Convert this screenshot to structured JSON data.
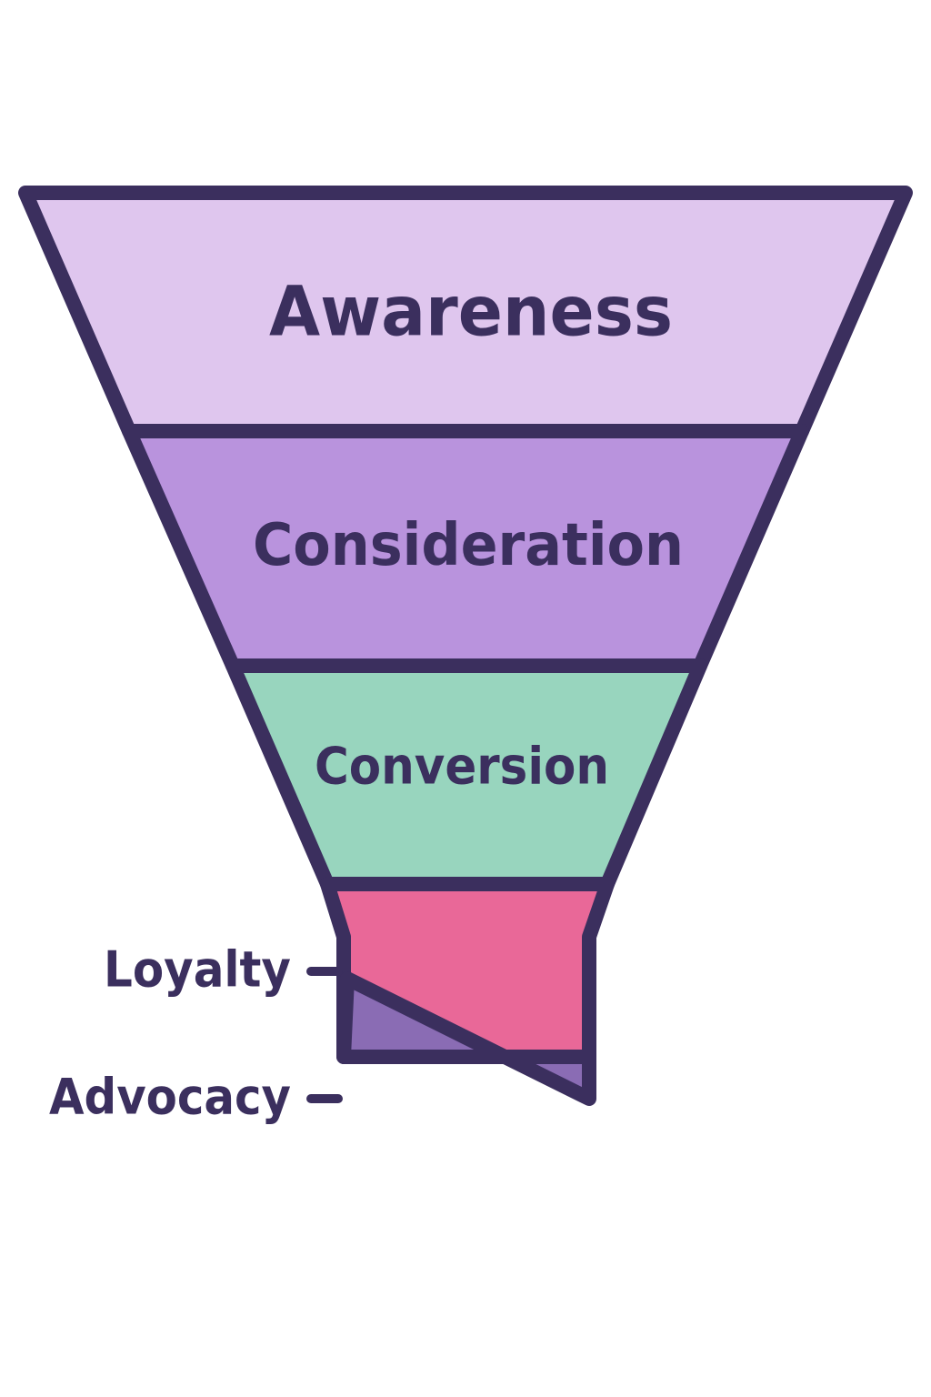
{
  "funnel": {
    "outline_color": "#3b2f5e",
    "text_color": "#3b2f5e",
    "background": "#ffffff",
    "stages": [
      {
        "id": "awareness",
        "label": "Awareness",
        "color": "#dfc6ee"
      },
      {
        "id": "consideration",
        "label": "Consideration",
        "color": "#b993dd"
      },
      {
        "id": "conversion",
        "label": "Conversion",
        "color": "#98d5be"
      },
      {
        "id": "loyalty",
        "label": "Loyalty",
        "color": "#e96898"
      },
      {
        "id": "advocacy",
        "label": "Advocacy",
        "color": "#8a6cb4"
      }
    ]
  }
}
